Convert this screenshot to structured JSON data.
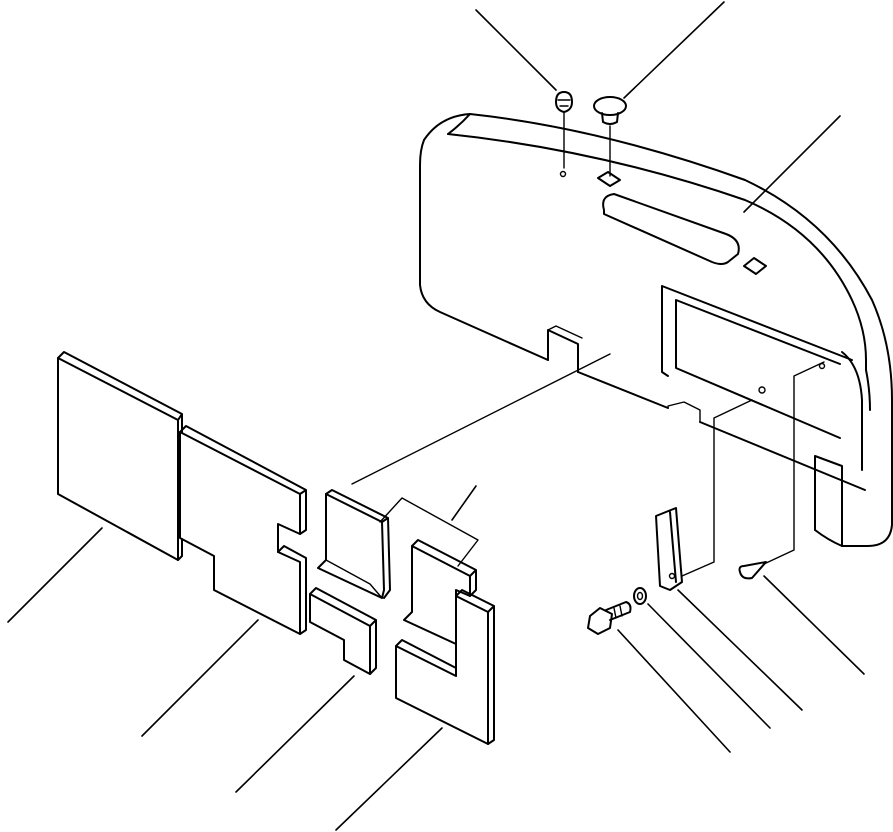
{
  "diagram": {
    "type": "exploded-parts-drawing",
    "parts": [
      {
        "name": "counterweight",
        "label": ""
      },
      {
        "name": "plug",
        "label": ""
      },
      {
        "name": "cap",
        "label": ""
      },
      {
        "name": "insulation-pad-1",
        "label": ""
      },
      {
        "name": "insulation-pad-2",
        "label": ""
      },
      {
        "name": "insulation-pad-3",
        "label": ""
      },
      {
        "name": "insulation-pad-4",
        "label": ""
      },
      {
        "name": "insulation-pad-5",
        "label": ""
      },
      {
        "name": "insulation-pad-6",
        "label": ""
      },
      {
        "name": "bracket",
        "label": ""
      },
      {
        "name": "bolt",
        "label": ""
      },
      {
        "name": "washer",
        "label": ""
      },
      {
        "name": "clip",
        "label": ""
      }
    ]
  }
}
